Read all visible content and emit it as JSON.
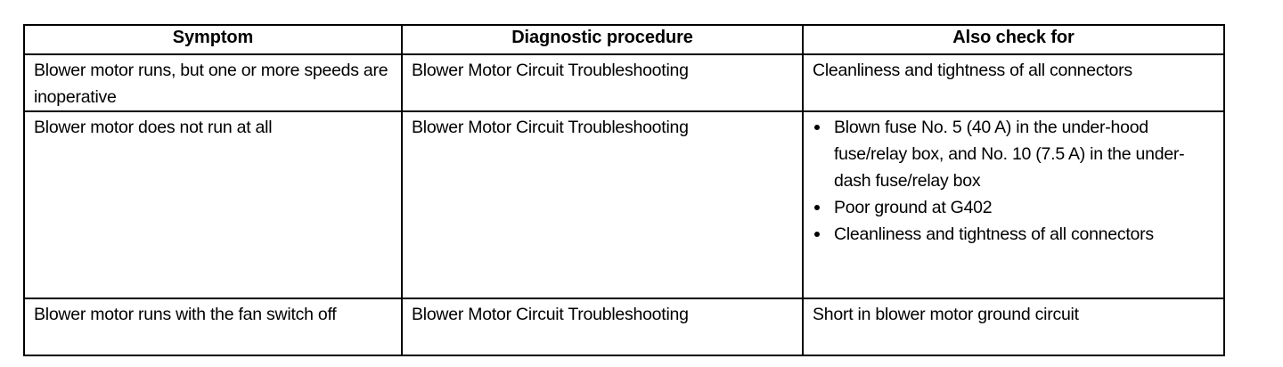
{
  "document": {
    "type": "automotive-service-manual-symptom-table",
    "table": {
      "headers": [
        "Symptom",
        "Diagnostic procedure",
        "Also check for"
      ],
      "rows": [
        {
          "symptom": "Blower motor runs, but one or more speeds are inoperative",
          "diagnostic_procedure": "Blower Motor Circuit Troubleshooting",
          "also_check_for_text": "Cleanliness and tightness of all connectors",
          "also_check_for_bullets": []
        },
        {
          "symptom": "Blower motor does not run at all",
          "diagnostic_procedure": "Blower Motor Circuit Troubleshooting",
          "also_check_for_text": "",
          "also_check_for_bullets": [
            "Blown fuse No. 5 (40 A) in the under-hood fuse/relay box, and No. 10 (7.5 A) in the under-dash fuse/relay box",
            "Poor ground at G402",
            "Cleanliness and tightness of all connectors"
          ]
        },
        {
          "symptom": "Blower motor runs with the fan switch off",
          "diagnostic_procedure": "Blower Motor Circuit Troubleshooting",
          "also_check_for_text": "Short in blower motor ground circuit",
          "also_check_for_bullets": []
        }
      ]
    },
    "colors": {
      "page_background": "#ffffff",
      "text": "#000000",
      "rule": "#000000"
    }
  }
}
